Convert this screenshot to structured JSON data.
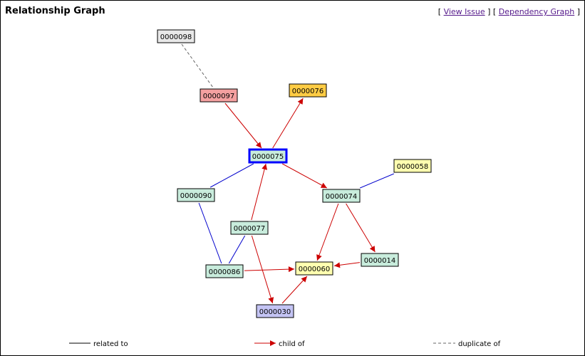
{
  "header": {
    "title": "Relationship Graph",
    "view_issue": "View Issue",
    "dependency_graph": "Dependency Graph",
    "bracket_open": "[",
    "bracket_close": "]"
  },
  "colors": {
    "related": "#0000cc",
    "child": "#cc0000",
    "duplicate": "#666666",
    "current_border": "#0000ff"
  },
  "nodes": [
    {
      "id": "0000098",
      "fill": "#e8e8e8"
    },
    {
      "id": "0000097",
      "fill": "#f4a0a0"
    },
    {
      "id": "0000076",
      "fill": "#ffcc44"
    },
    {
      "id": "0000075",
      "fill": "#c8ecdc",
      "current": true
    },
    {
      "id": "0000058",
      "fill": "#ffffb0"
    },
    {
      "id": "0000090",
      "fill": "#c8ecdc"
    },
    {
      "id": "0000074",
      "fill": "#c8ecdc"
    },
    {
      "id": "0000077",
      "fill": "#c8ecdc"
    },
    {
      "id": "0000014",
      "fill": "#c8ecdc"
    },
    {
      "id": "0000086",
      "fill": "#c8ecdc"
    },
    {
      "id": "0000060",
      "fill": "#ffffb0"
    },
    {
      "id": "0000030",
      "fill": "#c4c4f4"
    }
  ],
  "edges": [
    {
      "from": "0000098",
      "to": "0000097",
      "type": "duplicate"
    },
    {
      "from": "0000097",
      "to": "0000075",
      "type": "child"
    },
    {
      "from": "0000075",
      "to": "0000076",
      "type": "child"
    },
    {
      "from": "0000075",
      "to": "0000074",
      "type": "child"
    },
    {
      "from": "0000058",
      "to": "0000074",
      "type": "related"
    },
    {
      "from": "0000075",
      "to": "0000090",
      "type": "related"
    },
    {
      "from": "0000090",
      "to": "0000086",
      "type": "related"
    },
    {
      "from": "0000077",
      "to": "0000086",
      "type": "related"
    },
    {
      "from": "0000077",
      "to": "0000075",
      "type": "child"
    },
    {
      "from": "0000077",
      "to": "0000030",
      "type": "child"
    },
    {
      "from": "0000030",
      "to": "0000060",
      "type": "child"
    },
    {
      "from": "0000086",
      "to": "0000060",
      "type": "child"
    },
    {
      "from": "0000074",
      "to": "0000060",
      "type": "child"
    },
    {
      "from": "0000074",
      "to": "0000014",
      "type": "child"
    },
    {
      "from": "0000014",
      "to": "0000060",
      "type": "child"
    }
  ],
  "legend": {
    "related": "related to",
    "child": "child of",
    "duplicate": "duplicate of"
  }
}
